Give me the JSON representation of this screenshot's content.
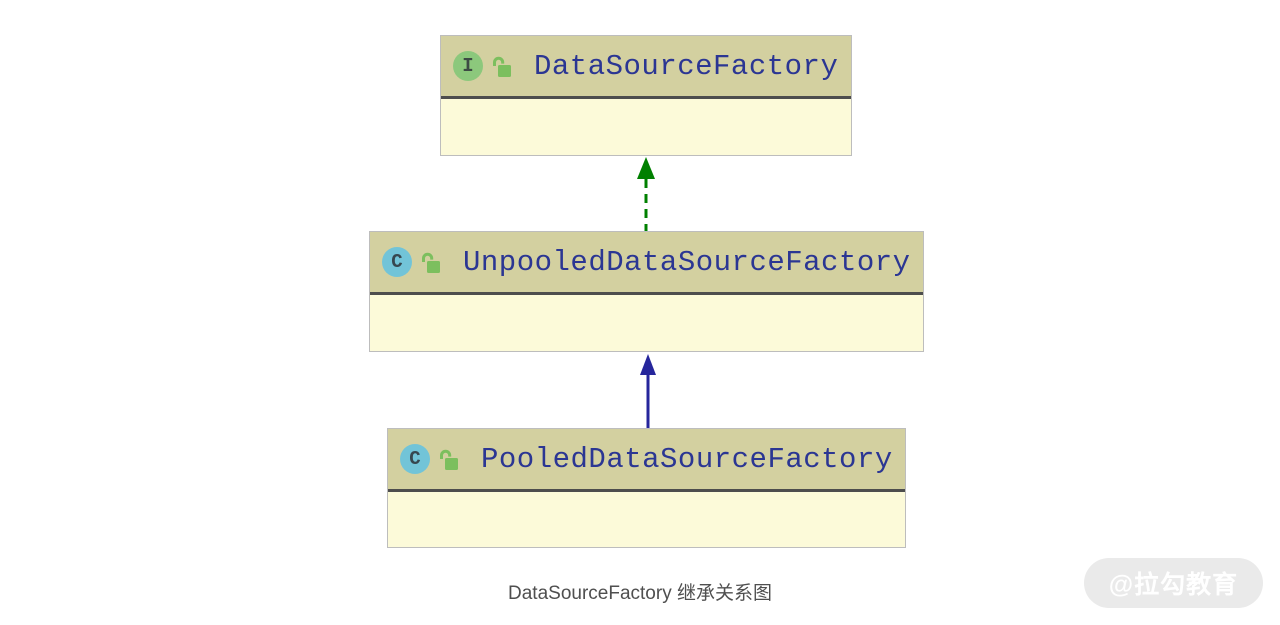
{
  "diagram": {
    "caption": "DataSourceFactory 继承关系图",
    "watermark": "@拉勾教育",
    "nodes": [
      {
        "name": "DataSourceFactory",
        "kind": "interface",
        "icon_letter": "I",
        "visibility": "public"
      },
      {
        "name": "UnpooledDataSourceFactory",
        "kind": "class",
        "icon_letter": "C",
        "visibility": "public"
      },
      {
        "name": "PooledDataSourceFactory",
        "kind": "class",
        "icon_letter": "C",
        "visibility": "public"
      }
    ],
    "edges": [
      {
        "from": "UnpooledDataSourceFactory",
        "to": "DataSourceFactory",
        "relation": "implements",
        "line": "dashed",
        "color": "#008000"
      },
      {
        "from": "PooledDataSourceFactory",
        "to": "UnpooledDataSourceFactory",
        "relation": "extends",
        "line": "solid",
        "color": "#26269c"
      }
    ],
    "colors": {
      "header_bg": "#d3d0a0",
      "body_bg": "#fcfad9",
      "box_border": "#bdbdbd",
      "separator": "#4d4d4d",
      "class_name_text": "#2b3693",
      "interface_icon_bg": "#8cc87c",
      "class_icon_bg": "#72c4d8",
      "lock_icon": "#7cbf5e",
      "implements_arrow": "#008000",
      "extends_arrow": "#26269c",
      "caption_text": "#4f4f4f",
      "watermark_bg": "#eaeaea",
      "watermark_text": "#ffffff"
    }
  }
}
